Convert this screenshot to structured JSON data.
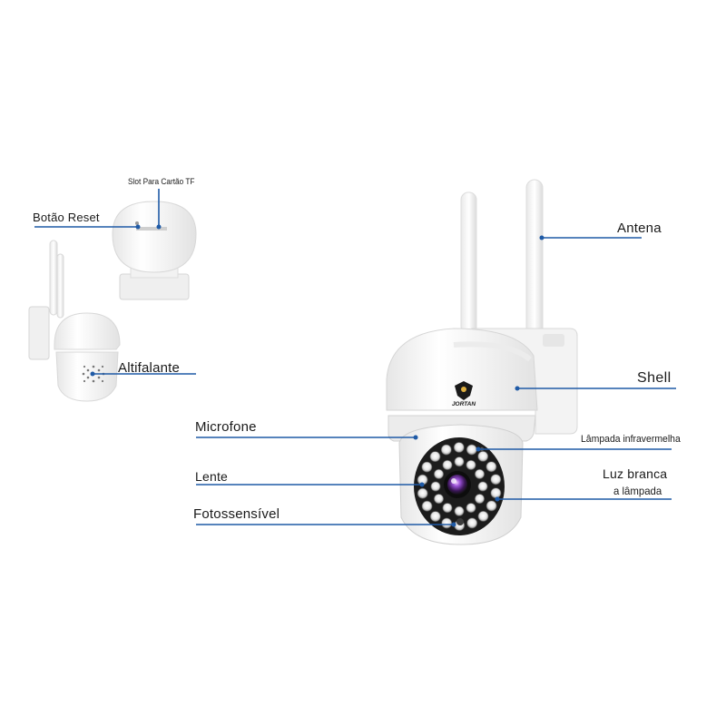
{
  "brand": {
    "logo_text": "JORTAN"
  },
  "colors": {
    "leader_line": "#1f5aa6",
    "camera_body": "#f4f4f4",
    "accent_dot": "#1f5aa6"
  },
  "labels": {
    "slot_cartao": "Slot Para Cartão TF",
    "botao_reset": "Botão Reset",
    "altifalante": "Altifalante",
    "microfone": "Microfone",
    "lente": "Lente",
    "fotossensivel": "Fotossensível",
    "antena": "Antena",
    "shell": "Shell",
    "lampada_infravermelha": "Lâmpada infravermelha",
    "luz_branca_line1": "Luz branca",
    "luz_branca_line2": "a lâmpada"
  }
}
